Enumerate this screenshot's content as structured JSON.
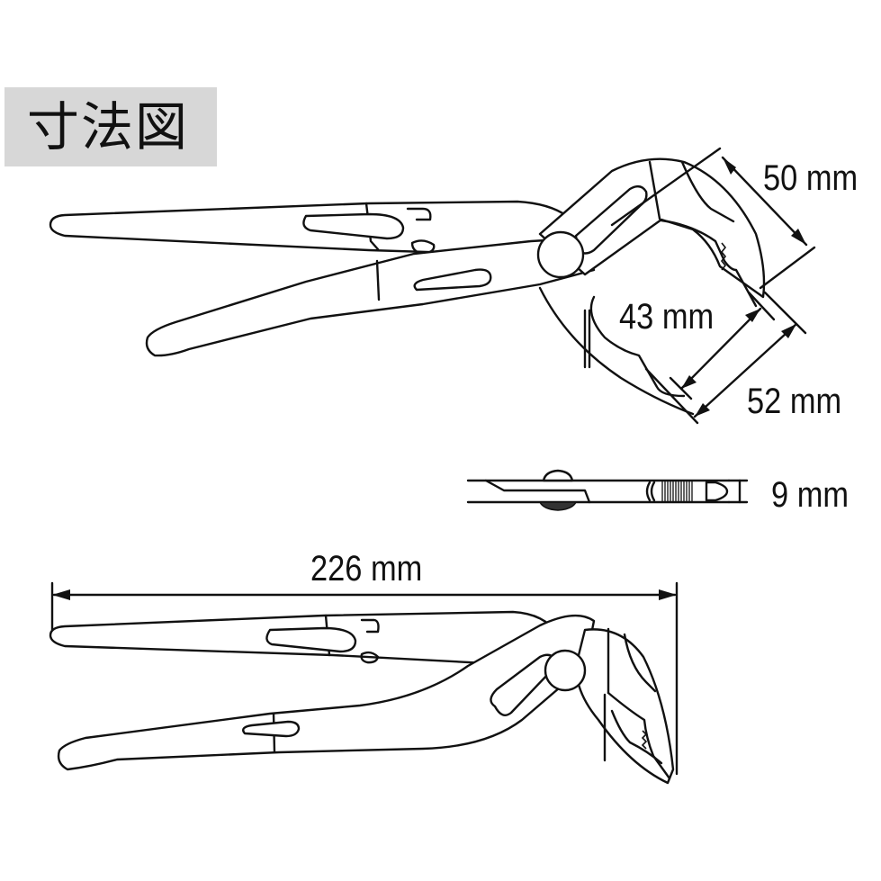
{
  "title": "寸法図",
  "dimensions": {
    "jaw_opening_outer": "50 mm",
    "jaw_opening_inner": "43 mm",
    "jaw_depth": "52 mm",
    "thickness": "9 mm",
    "overall_length": "226 mm"
  },
  "views": [
    {
      "name": "open-jaw-view",
      "labels": [
        "50 mm",
        "43 mm",
        "52 mm"
      ]
    },
    {
      "name": "side-thickness-view",
      "labels": [
        "9 mm"
      ]
    },
    {
      "name": "closed-length-view",
      "labels": [
        "226 mm"
      ]
    }
  ],
  "colors": {
    "title_background": "#d7d7d7",
    "line": "#111111",
    "background": "#ffffff"
  }
}
